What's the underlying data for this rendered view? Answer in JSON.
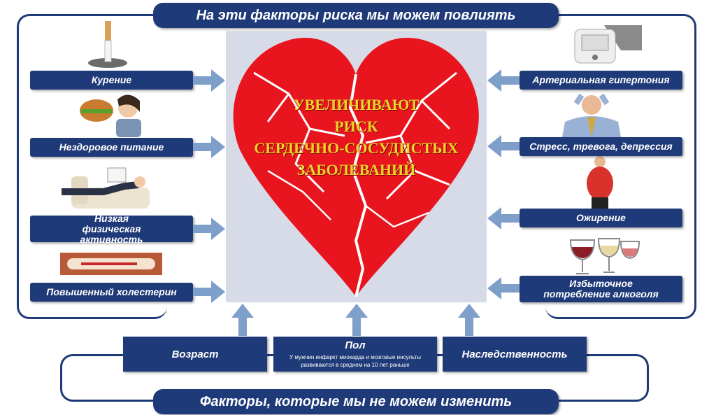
{
  "header": {
    "title": "На эти факторы риска мы можем повлиять"
  },
  "footer": {
    "title": "Факторы, которые мы не можем изменить"
  },
  "heart": {
    "lines": [
      "УВЕЛИЧИВАЮТ",
      "РИСК",
      "СЕРДЕЧНО-СОСУДИСТЫХ",
      "ЗАБОЛЕВАНИЙ"
    ]
  },
  "left_factors": [
    "Курение",
    "Нездоровое питание",
    "Низкая физическая активность",
    "Повышенный холестерин"
  ],
  "right_factors": [
    "Артериальная гипертония",
    "Стресс, тревога, депрессия",
    "Ожирение",
    "Избыточное потребление алкоголя"
  ],
  "fixed_factors": [
    {
      "title": "Возраст",
      "note": ""
    },
    {
      "title": "Пол",
      "note": "У мужчин инфаркт миокарда и мозговые инсульты развиваются в среднем на 10 лет раньше"
    },
    {
      "title": "Наследственность",
      "note": ""
    }
  ],
  "colors": {
    "navy": "#1f3a78",
    "arrow": "#7f9fcb",
    "heart": "#e8141e",
    "heart_text": "#e8d52a",
    "panel": "#d7dbe8"
  }
}
